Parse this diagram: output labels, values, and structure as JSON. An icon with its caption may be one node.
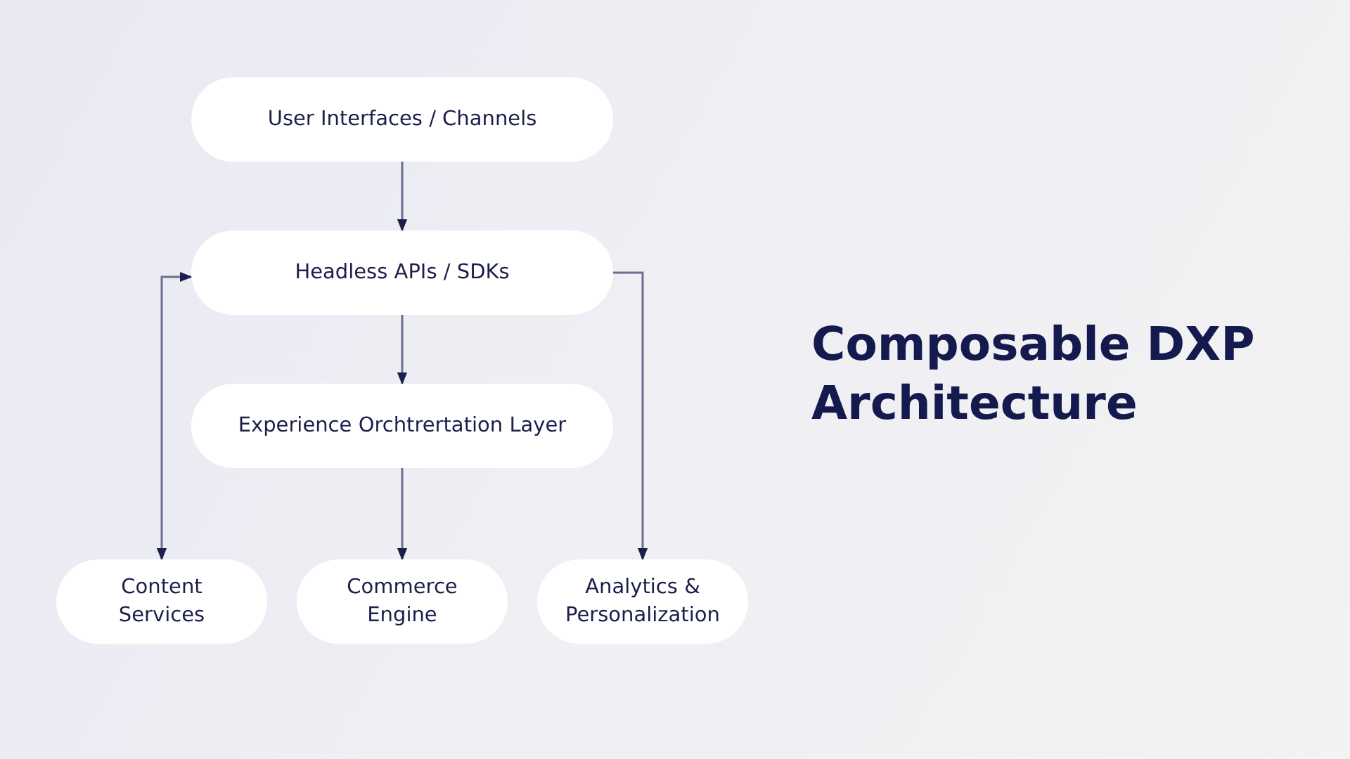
{
  "diagram": {
    "title": "Composable DXP Architecture",
    "nodes": [
      {
        "text": [
          "User Interfaces / Channels"
        ]
      },
      {
        "text": [
          "Headless APIs / SDKs"
        ]
      },
      {
        "text": [
          "Experience Orchtrertation Layer"
        ]
      },
      {
        "text": [
          "Content Services"
        ]
      },
      {
        "text": [
          "Commerce Engine"
        ]
      },
      {
        "text": [
          "Analytics & Personalization"
        ]
      }
    ],
    "edges": [
      {
        "from": 0,
        "to": 1,
        "arrow": "to"
      },
      {
        "from": 1,
        "to": 2,
        "arrow": "to"
      },
      {
        "from": 2,
        "to": 4,
        "arrow": "to"
      },
      {
        "from": 1,
        "to": 3,
        "arrow": "both"
      },
      {
        "from": 1,
        "to": 5,
        "arrow": "to"
      }
    ]
  }
}
